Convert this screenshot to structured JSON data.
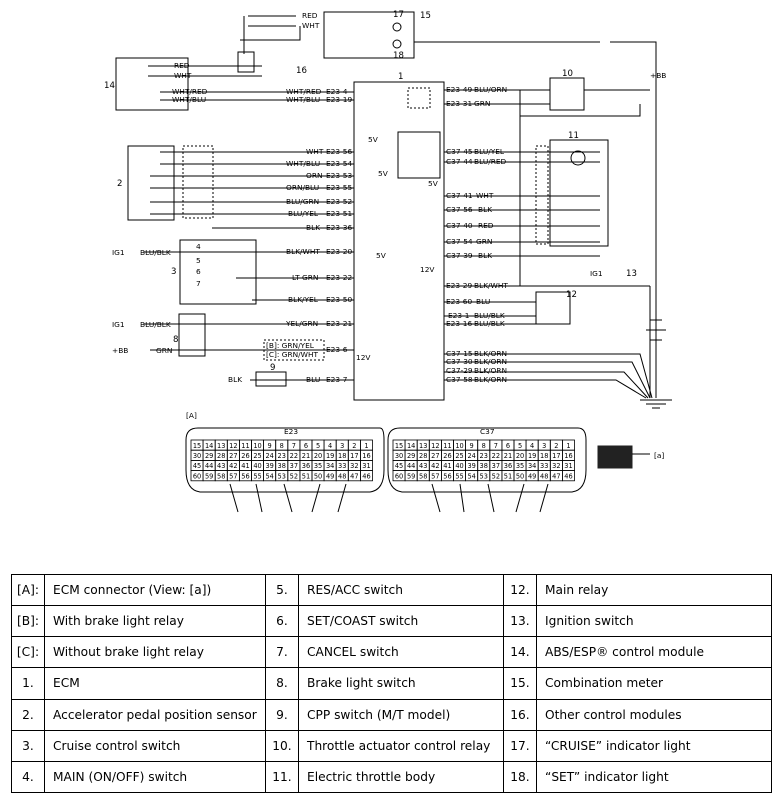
{
  "wire_colors": {
    "red": "RED",
    "wht": "WHT",
    "wht_red": "WHT/RED",
    "wht_blu": "WHT/BLU",
    "blu_orn": "BLU/ORN",
    "grn": "GRN",
    "blu_yel": "BLU/YEL",
    "blu_red": "BLU/RED",
    "blk": "BLK",
    "blk_wht": "BLK/WHT",
    "blu": "BLU",
    "blu_blk": "BLU/BLK",
    "blk_orn": "BLK/ORN",
    "orn": "ORN",
    "orn_blu": "ORN/BLU",
    "blu_grn": "BLU/GRN",
    "lt_grn": "LT GRN",
    "blk_yel": "BLK/YEL",
    "yel_grn": "YEL/GRN",
    "blu_blk2": "BLU/BLK"
  },
  "terminals": {
    "e23_4": "E23-4",
    "e23_19": "E23-19",
    "e23_49": "E23-49",
    "e23_31": "E23-31",
    "e23_56": "E23-56",
    "e23_54": "E23-54",
    "e23_53": "E23-53",
    "e23_55": "E23-55",
    "e23_52": "E23-52",
    "e23_51": "E23-51",
    "e23_36": "E23-36",
    "e23_20": "E23-20",
    "e23_22": "E23-22",
    "e23_50": "E23-50",
    "e23_21": "E23-21",
    "e23_6": "E23-6",
    "e23_7": "E23-7",
    "e23_29": "E23-29",
    "e23_60": "E23-60",
    "e23_1": "E23-1",
    "e23_16": "E23-16",
    "c37_45": "C37-45",
    "c37_44": "C37-44",
    "c37_41": "C37-41",
    "c37_56": "C37-56",
    "c37_40": "C37-40",
    "c37_54": "C37-54",
    "c37_39": "C37-39",
    "c37_15": "C37-15",
    "c37_30": "C37-30",
    "c37_29": "C37-29",
    "c37_58": "C37-58"
  },
  "voltages": {
    "v5": "5V",
    "v12": "12V"
  },
  "power": {
    "ig1": "IG1",
    "plus_bb": "+BB"
  },
  "callouts": {
    "n1": "1",
    "n2": "2",
    "n3": "3",
    "n4": "4",
    "n5": "5",
    "n6": "6",
    "n7": "7",
    "n8": "8",
    "n9": "9",
    "n10": "10",
    "n11": "11",
    "n12": "12",
    "n13": "13",
    "n14": "14",
    "n15": "15",
    "n16": "16",
    "n17": "17",
    "n18": "18",
    "a": "[A]",
    "a_small": "[a]"
  },
  "brake_relay_note": {
    "b": "[B]: GRN/YEL",
    "c": "[C]: GRN/WHT"
  },
  "connectors": {
    "e23": {
      "name": "E23",
      "rows": [
        [
          "15",
          "14",
          "13",
          "12",
          "11",
          "10",
          "9",
          "8",
          "7",
          "6",
          "5",
          "4",
          "3",
          "2",
          "1"
        ],
        [
          "30",
          "29",
          "28",
          "27",
          "26",
          "25",
          "24",
          "23",
          "22",
          "21",
          "20",
          "19",
          "18",
          "17",
          "16"
        ],
        [
          "45",
          "44",
          "43",
          "42",
          "41",
          "40",
          "39",
          "38",
          "37",
          "36",
          "35",
          "34",
          "33",
          "32",
          "31"
        ],
        [
          "60",
          "59",
          "58",
          "57",
          "56",
          "55",
          "54",
          "53",
          "52",
          "51",
          "50",
          "49",
          "48",
          "47",
          "46"
        ]
      ]
    },
    "c37": {
      "name": "C37",
      "rows": [
        [
          "15",
          "14",
          "13",
          "12",
          "11",
          "10",
          "9",
          "8",
          "7",
          "6",
          "5",
          "4",
          "3",
          "2",
          "1"
        ],
        [
          "30",
          "29",
          "28",
          "27",
          "26",
          "25",
          "24",
          "23",
          "22",
          "21",
          "20",
          "19",
          "18",
          "17",
          "16"
        ],
        [
          "45",
          "44",
          "43",
          "42",
          "41",
          "40",
          "39",
          "38",
          "37",
          "36",
          "35",
          "34",
          "33",
          "32",
          "31"
        ],
        [
          "60",
          "59",
          "58",
          "57",
          "56",
          "55",
          "54",
          "53",
          "52",
          "51",
          "50",
          "49",
          "48",
          "47",
          "46"
        ]
      ]
    }
  },
  "legend": [
    [
      {
        "key": "[A]:",
        "value": "ECM connector (View: [a])"
      },
      {
        "key": "5.",
        "value": "RES/ACC switch"
      },
      {
        "key": "12.",
        "value": "Main relay"
      }
    ],
    [
      {
        "key": "[B]:",
        "value": "With brake light relay"
      },
      {
        "key": "6.",
        "value": "SET/COAST switch"
      },
      {
        "key": "13.",
        "value": "Ignition switch"
      }
    ],
    [
      {
        "key": "[C]:",
        "value": "Without brake light relay"
      },
      {
        "key": "7.",
        "value": "CANCEL switch"
      },
      {
        "key": "14.",
        "value": "ABS/ESP® control module"
      }
    ],
    [
      {
        "key": "1.",
        "value": "ECM"
      },
      {
        "key": "8.",
        "value": "Brake light switch"
      },
      {
        "key": "15.",
        "value": "Combination meter"
      }
    ],
    [
      {
        "key": "2.",
        "value": "Accelerator pedal position sensor"
      },
      {
        "key": "9.",
        "value": "CPP switch (M/T model)"
      },
      {
        "key": "16.",
        "value": "Other control modules"
      }
    ],
    [
      {
        "key": "3.",
        "value": "Cruise control switch"
      },
      {
        "key": "10.",
        "value": "Throttle actuator control relay"
      },
      {
        "key": "17.",
        "value": "“CRUISE” indicator light"
      }
    ],
    [
      {
        "key": "4.",
        "value": "MAIN (ON/OFF) switch"
      },
      {
        "key": "11.",
        "value": "Electric throttle body"
      },
      {
        "key": "18.",
        "value": "“SET” indicator light"
      }
    ]
  ]
}
